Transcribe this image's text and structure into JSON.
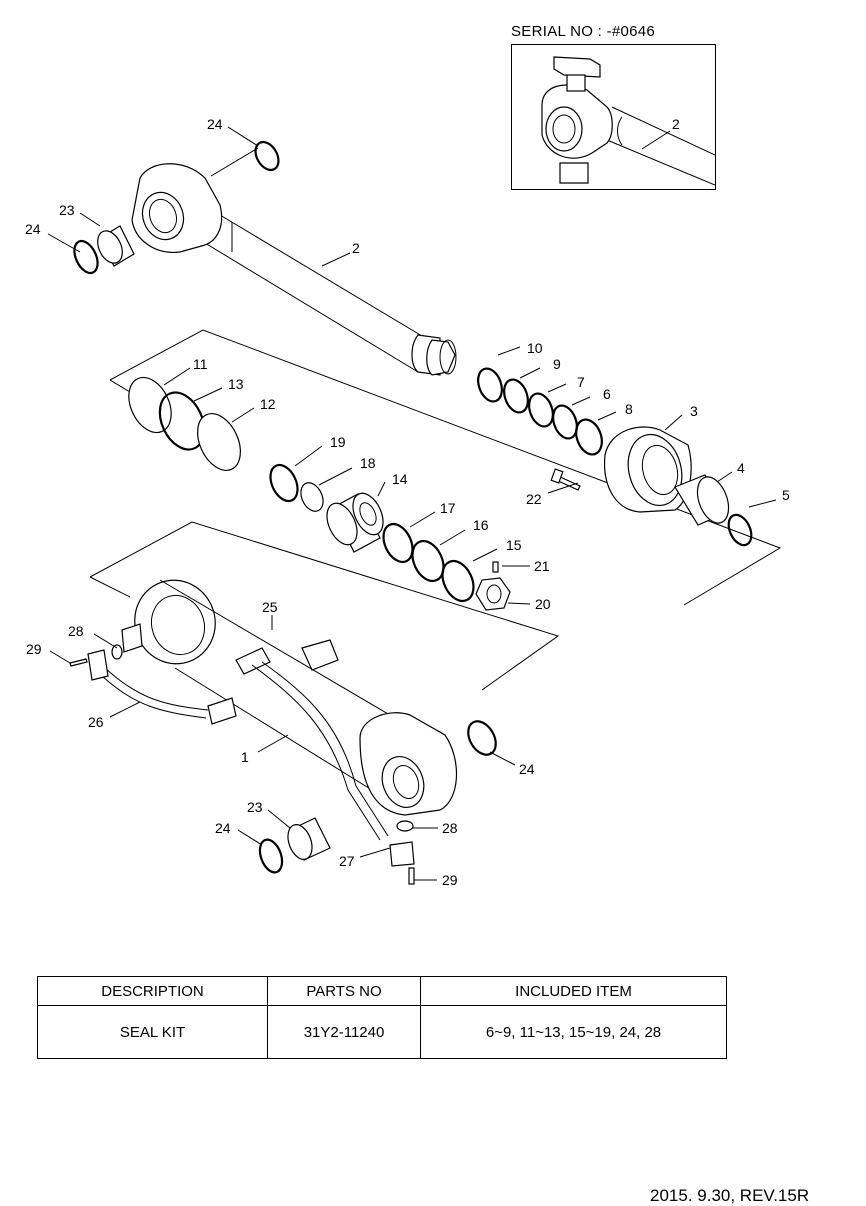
{
  "inset": {
    "serial_label": "SERIAL NO : -#0646",
    "callout": "2"
  },
  "callouts": {
    "c1": "1",
    "c2": "2",
    "c3": "3",
    "c4": "4",
    "c5": "5",
    "c6": "6",
    "c7": "7",
    "c8": "8",
    "c9": "9",
    "c10": "10",
    "c11": "11",
    "c12": "12",
    "c13": "13",
    "c14": "14",
    "c15": "15",
    "c16": "16",
    "c17": "17",
    "c18": "18",
    "c19": "19",
    "c20": "20",
    "c21": "21",
    "c22": "22",
    "c23": "23",
    "c24": "24",
    "c25": "25",
    "c26": "26",
    "c27": "27",
    "c28": "28",
    "c29": "29"
  },
  "table": {
    "headers": [
      "DESCRIPTION",
      "PARTS NO",
      "INCLUDED ITEM"
    ],
    "rows": [
      [
        "SEAL KIT",
        "31Y2-11240",
        "6~9, 11~13, 15~19, 24, 28"
      ]
    ]
  },
  "footer": {
    "rev": "2015. 9.30, REV.15R"
  }
}
